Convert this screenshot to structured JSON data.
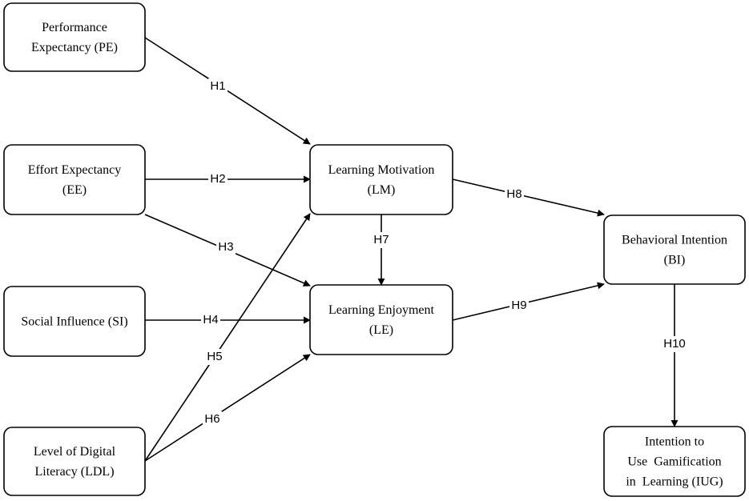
{
  "nodes": {
    "pe": {
      "lines": [
        "Performance",
        "Expectancy (PE)"
      ]
    },
    "ee": {
      "lines": [
        "Effort Expectancy",
        "(EE)"
      ]
    },
    "si": {
      "lines": [
        "Social Influence (SI)"
      ]
    },
    "ldl": {
      "lines": [
        "Level of Digital",
        "Literacy (LDL)"
      ]
    },
    "lm": {
      "lines": [
        "Learning Motivation",
        "(LM)"
      ]
    },
    "le": {
      "lines": [
        "Learning Enjoyment",
        "(LE)"
      ]
    },
    "bi": {
      "lines": [
        "Behavioral Intention",
        "(BI)"
      ]
    },
    "iug": {
      "lines": [
        "Intention to",
        "Use  Gamification",
        "in  Learning (IUG)"
      ]
    }
  },
  "edges": [
    {
      "id": "h1",
      "label": "H1",
      "from": "pe",
      "to": "lm"
    },
    {
      "id": "h2",
      "label": "H2",
      "from": "ee",
      "to": "lm"
    },
    {
      "id": "h3",
      "label": "H3",
      "from": "ee",
      "to": "le"
    },
    {
      "id": "h4",
      "label": "H4",
      "from": "si",
      "to": "le"
    },
    {
      "id": "h5",
      "label": "H5",
      "from": "ldl",
      "to": "lm"
    },
    {
      "id": "h6",
      "label": "H6",
      "from": "ldl",
      "to": "le"
    },
    {
      "id": "h7",
      "label": "H7",
      "from": "lm",
      "to": "le"
    },
    {
      "id": "h8",
      "label": "H8",
      "from": "lm",
      "to": "bi"
    },
    {
      "id": "h9",
      "label": "H9",
      "from": "le",
      "to": "bi"
    },
    {
      "id": "h10",
      "label": "H10",
      "from": "bi",
      "to": "iug"
    }
  ]
}
